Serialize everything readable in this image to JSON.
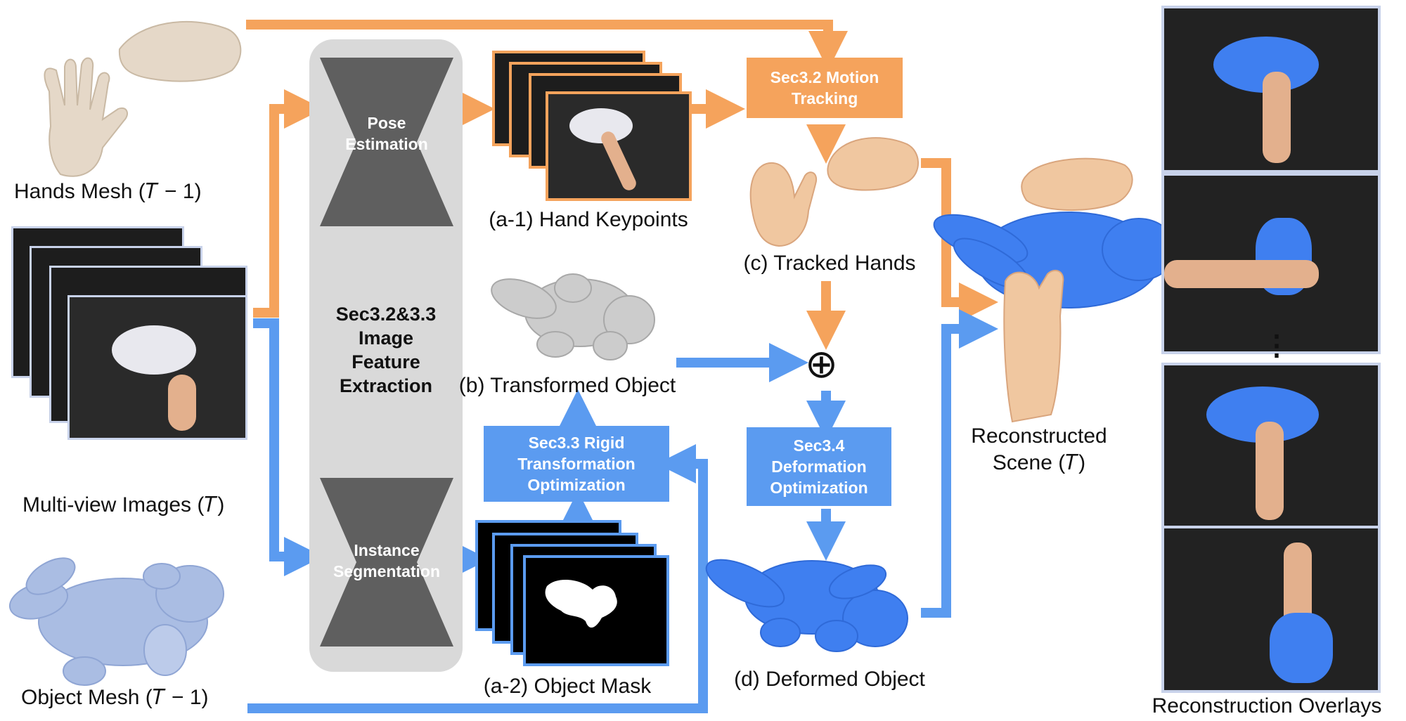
{
  "labels": {
    "hands_mesh": "Hands Mesh (𝑇 − 1)",
    "multi_view": "Multi-view Images (𝑇)",
    "object_mesh": "Object Mesh (𝑇 − 1)",
    "hand_keypoints": "(a-1) Hand Keypoints",
    "object_mask": "(a-2) Object Mask",
    "transformed_object": "(b) Transformed Object",
    "tracked_hands": "(c) Tracked Hands",
    "deformed_object": "(d) Deformed Object",
    "reconstructed_line1": "Reconstructed",
    "reconstructed_line2": "Scene (𝑇)",
    "overlays": "Reconstruction Overlays"
  },
  "boxes": {
    "pose_estimation": [
      "Pose",
      "Estimation"
    ],
    "instance_segmentation": [
      "Instance",
      "Segmentation"
    ],
    "feature_extraction": [
      "Sec3.2&3.3",
      "Image",
      "Feature",
      "Extraction"
    ],
    "motion_tracking": [
      "Sec3.2 Motion",
      "Tracking"
    ],
    "rigid_opt": [
      "Sec3.3 Rigid",
      "Transformation",
      "Optimization"
    ],
    "deform_opt": [
      "Sec3.4",
      "Deformation",
      "Optimization"
    ]
  },
  "symbols": {
    "combine": "⊕",
    "ellipsis": "⋮"
  },
  "colors": {
    "orange": "#f5a35c",
    "blue": "#5b9bf0",
    "gray": "#d9d9d9",
    "dark_gray": "#5f5f5f",
    "mesh_blue": "#3f7ff0",
    "skin": "#f0c7a0"
  },
  "icons": [
    "hand-mesh-icon",
    "object-mesh-icon",
    "bunny-icon",
    "mask-icon",
    "combine-icon"
  ]
}
